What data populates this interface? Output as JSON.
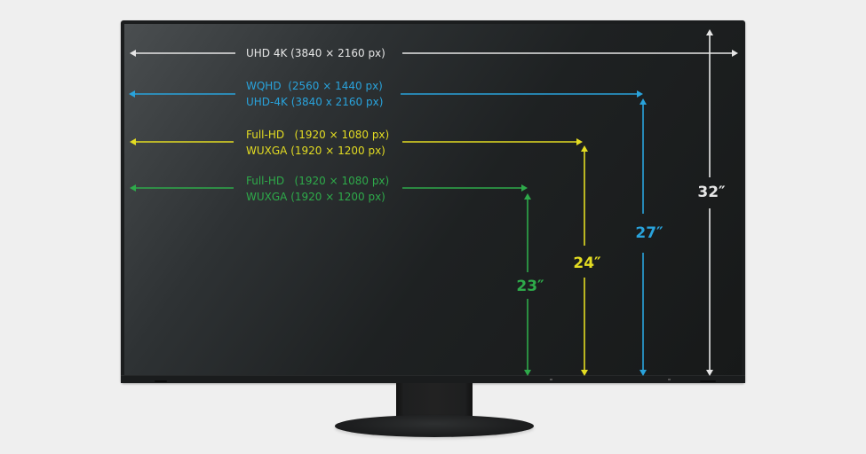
{
  "diagram": {
    "subject": "monitor screen size and resolution comparison",
    "colors": {
      "background": "#efefef",
      "monitor": "#1b1d1e",
      "white": "#e6e6e6",
      "blue": "#29a3dc",
      "yellow": "#e3dc22",
      "green": "#2eaa4a"
    },
    "groups": [
      {
        "id": "32",
        "color": "#e6e6e6",
        "size_label": "32″",
        "resolutions": [
          "UHD 4K (3840 × 2160 px)"
        ]
      },
      {
        "id": "27",
        "color": "#29a3dc",
        "size_label": "27″",
        "resolutions": [
          "WQHD  (2560 × 1440 px)",
          "UHD-4K (3840 x 2160 px)"
        ]
      },
      {
        "id": "24",
        "color": "#e3dc22",
        "size_label": "24″",
        "resolutions": [
          "Full-HD   (1920 × 1080 px)",
          "WUXGA (1920 × 1200 px)"
        ]
      },
      {
        "id": "23",
        "color": "#2eaa4a",
        "size_label": "23″",
        "resolutions": [
          "Full-HD   (1920 × 1080 px)",
          "WUXGA (1920 × 1200 px)"
        ]
      }
    ]
  }
}
